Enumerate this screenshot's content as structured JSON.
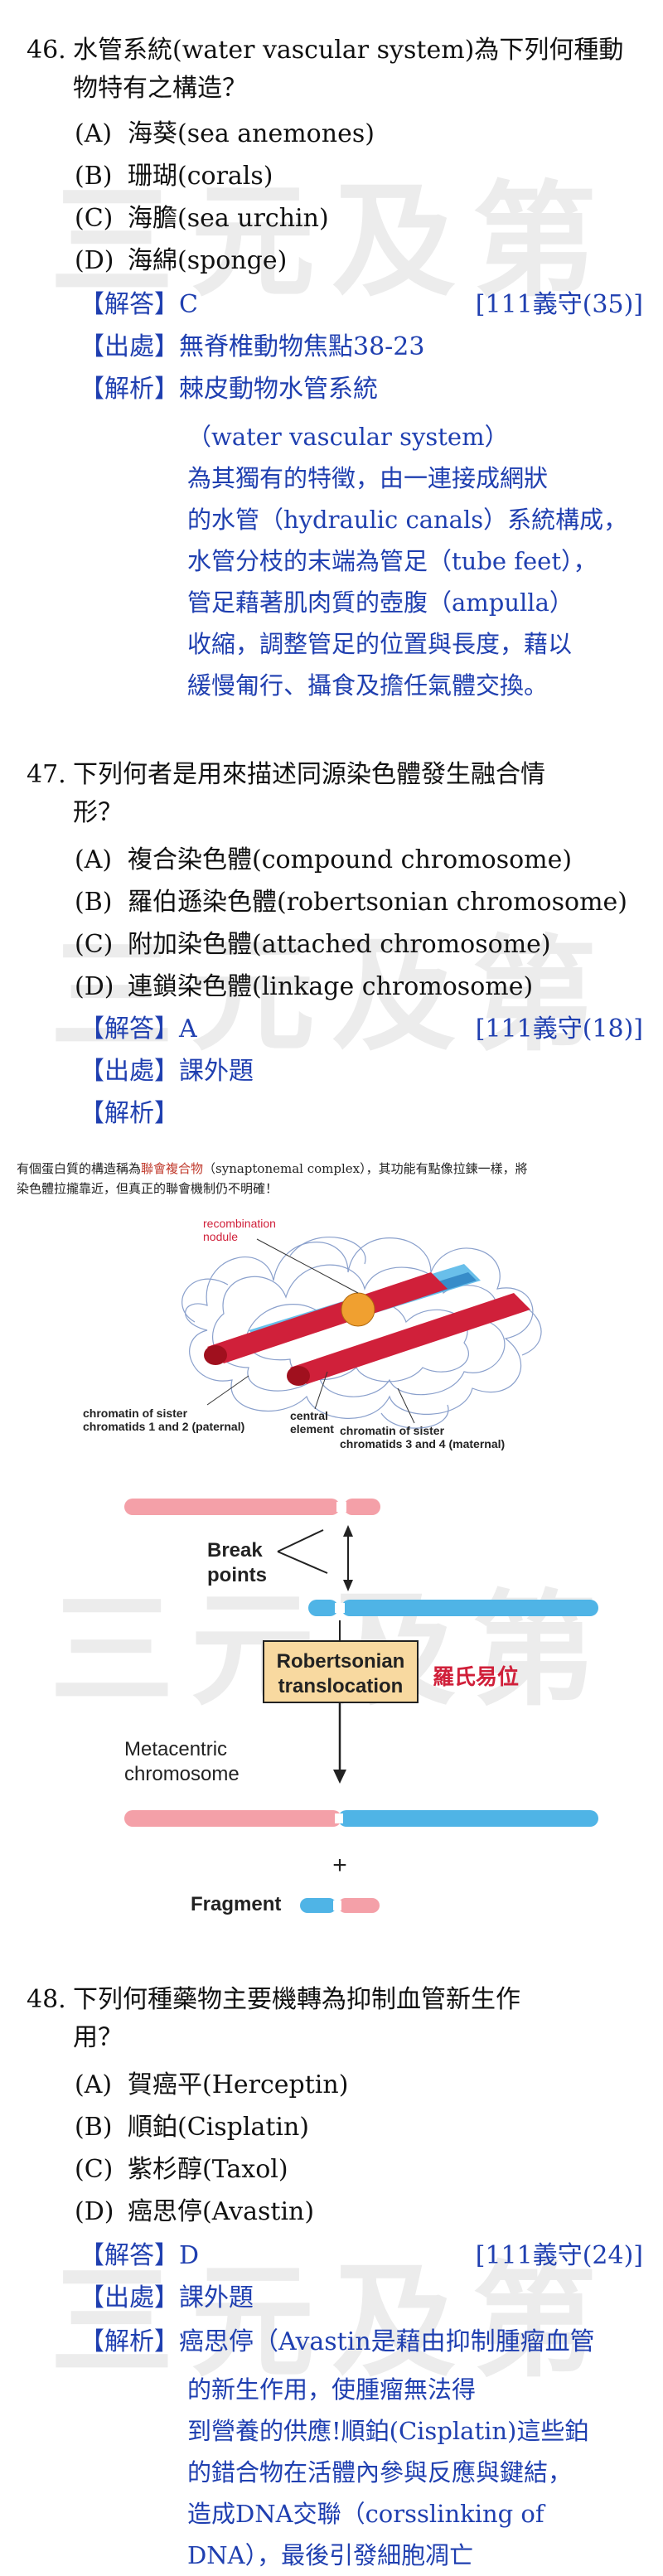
{
  "watermark": "三元及第",
  "q46": {
    "number": "46.",
    "stem_line1": "水管系統(water vascular system)為下列何種動",
    "stem_line2": "物特有之構造？",
    "options": [
      {
        "label": "(A)",
        "text": "海葵(sea anemones)"
      },
      {
        "label": "(B)",
        "text": "珊瑚(corals)"
      },
      {
        "label": "(C)",
        "text": "海膽(sea urchin)"
      },
      {
        "label": "(D)",
        "text": "海綿(sponge)"
      }
    ],
    "answer_tag": "【解答】",
    "answer": "C",
    "reference": "[111義守(35)]",
    "source_tag": "【出處】",
    "source": "無脊椎動物焦點38-23",
    "expl_tag": "【解析】",
    "expl_first": "棘皮動物水管系統",
    "expl_lines": [
      "（water vascular system）",
      "為其獨有的特徵，由一連接成網狀",
      "的水管（hydraulic canals）系統構成，",
      "水管分枝的末端為管足（tube feet），",
      "管足藉著肌肉質的壺腹（ampulla）",
      "收縮，調整管足的位置與長度，藉以",
      "緩慢匍行、攝食及擔任氣體交換。"
    ]
  },
  "q47": {
    "number": "47.",
    "stem_line1": "下列何者是用來描述同源染色體發生融合情",
    "stem_line2": "形？",
    "options": [
      {
        "label": "(A)",
        "text": "複合染色體(compound chromosome)"
      },
      {
        "label": "(B)",
        "text": "羅伯遜染色體(robertsonian chromosome)"
      },
      {
        "label": "(C)",
        "text": "附加染色體(attached chromosome)"
      },
      {
        "label": "(D)",
        "text": "連鎖染色體(linkage chromosome)"
      }
    ],
    "answer_tag": "【解答】",
    "answer": "A",
    "reference": "[111義守(18)]",
    "source_tag": "【出處】",
    "source": "課外題",
    "expl_tag": "【解析】",
    "note_part1": "有個蛋白質的構造稱為",
    "note_highlight": "聯會複合物",
    "note_part2": "（synaptonemal complex），其功能有點像拉鍊一樣，將",
    "note_line2": "染色體拉攏靠近，但真正的聯會機制仍不明確！",
    "fig1": {
      "recomb_line1": "recombination",
      "recomb_line2": "nodule",
      "paternal_line1": "chromatin of sister",
      "paternal_line2": "chromatids 1 and 2 (paternal)",
      "central_line1": "central",
      "central_line2": "element",
      "maternal_line1": "chromatin of sister",
      "maternal_line2": "chromatids 3 and 4 (maternal)"
    },
    "fig2": {
      "break_line1": "Break",
      "break_line2": "points",
      "box_line1": "Robertsonian",
      "box_line2": "translocation",
      "box_label_zh": "羅氏易位",
      "meta_line1": "Metacentric",
      "meta_line2": "chromosome",
      "plus": "+",
      "fragment": "Fragment"
    }
  },
  "q48": {
    "number": "48.",
    "stem_line1": "下列何種藥物主要機轉為抑制血管新生作",
    "stem_line2": "用？",
    "options": [
      {
        "label": "(A)",
        "text": "賀癌平(Herceptin)"
      },
      {
        "label": "(B)",
        "text": "順鉑(Cisplatin)"
      },
      {
        "label": "(C)",
        "text": "紫杉醇(Taxol)"
      },
      {
        "label": "(D)",
        "text": "癌思停(Avastin)"
      }
    ],
    "answer_tag": "【解答】",
    "answer": "D",
    "reference": "[111義守(24)]",
    "source_tag": "【出處】",
    "source": "課外題",
    "expl_tag": "【解析】",
    "expl_first": "癌思停（Avastin是藉由抑制腫瘤血管",
    "expl_lines": [
      "的新生作用，使腫瘤無法得",
      "到營養的供應!順鉑(Cisplatin)這些鉑",
      "的錯合物在活體內參與反應與鍵結，",
      "造成DNA交聯（corsslinking of",
      "DNA），最後引發細胞凋亡"
    ]
  },
  "colors": {
    "answer_blue": "#1f3fb0",
    "red": "#d0203a",
    "cyan": "#4fb4e6",
    "pink": "#f4a0a8",
    "box_fill": "#f8d9a0"
  }
}
